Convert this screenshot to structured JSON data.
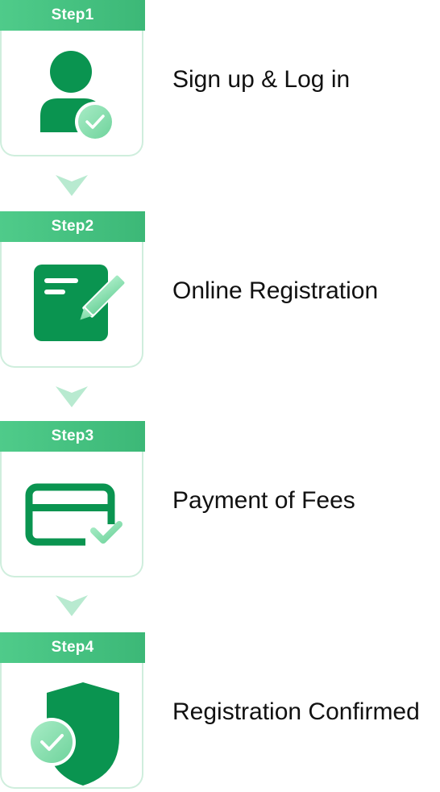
{
  "colors": {
    "header_start": "#4fcb8a",
    "header_end": "#3cb877",
    "icon_green": "#0a9450",
    "icon_light": "#8fe0b2",
    "card_border": "#cfeedd",
    "arrow": "#b8ead0",
    "text": "#111111"
  },
  "steps": [
    {
      "header": "Step1",
      "label": "Sign up & Log in",
      "icon": "user-check-icon"
    },
    {
      "header": "Step2",
      "label": "Online Registration",
      "icon": "form-edit-icon"
    },
    {
      "header": "Step3",
      "label": "Payment of Fees",
      "icon": "card-check-icon"
    },
    {
      "header": "Step4",
      "label": "Registration Confirmed",
      "icon": "shield-check-icon"
    }
  ]
}
